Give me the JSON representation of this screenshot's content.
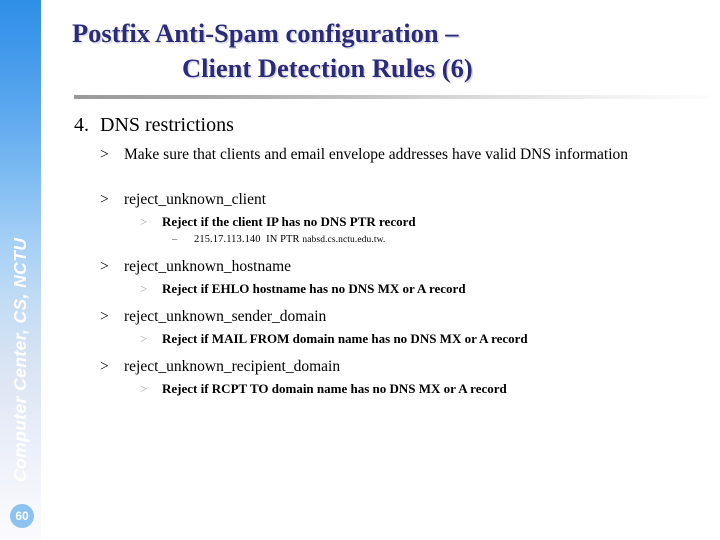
{
  "brand": {
    "sidebar_text": "Computer Center, CS, NCTU",
    "page_number": "60",
    "accent_blue": "#2f8fe8",
    "badge_blue": "#8cc3f0"
  },
  "title": {
    "line1": "Postfix Anti-Spam configuration –",
    "line2": "Client Detection Rules (6)",
    "color": "#2b2b7a"
  },
  "content": {
    "heading": {
      "number": "4.",
      "text": "DNS restrictions"
    },
    "intro": {
      "mark": ">",
      "text": "Make sure that clients and email envelope addresses have valid DNS information"
    },
    "rules": [
      {
        "mark": ">",
        "name": "reject_unknown_client",
        "detail_mark": ">",
        "detail": "Reject if the client IP has no DNS PTR record",
        "example_mark": "–",
        "example_address": "215.17.113.140",
        "example_record": "IN PTR",
        "example_host": "nabsd.cs.nctu.edu.tw."
      },
      {
        "mark": ">",
        "name": "reject_unknown_hostname",
        "detail_mark": ">",
        "detail": "Reject if EHLO hostname has no DNS MX or A record"
      },
      {
        "mark": ">",
        "name": "reject_unknown_sender_domain",
        "detail_mark": ">",
        "detail": "Reject if MAIL FROM domain name has no DNS MX or A record"
      },
      {
        "mark": ">",
        "name": "reject_unknown_recipient_domain",
        "detail_mark": ">",
        "detail": "Reject if RCPT TO domain name has no DNS MX or A record"
      }
    ]
  }
}
